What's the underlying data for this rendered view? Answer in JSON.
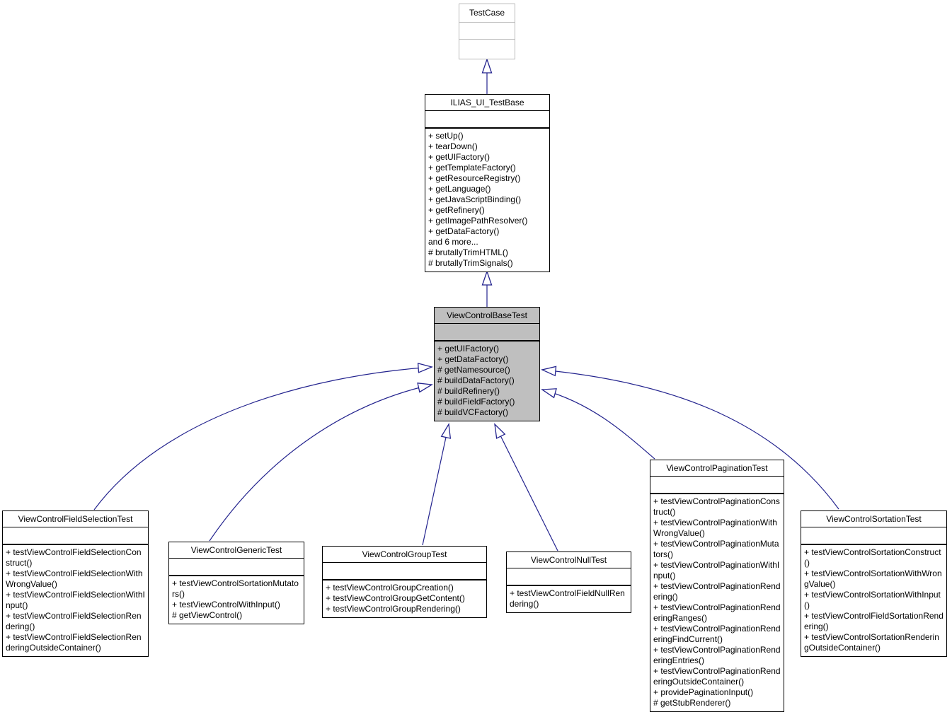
{
  "diagram": {
    "kind": "uml-inheritance-diagram",
    "colors": {
      "edge": "#23238e",
      "selected_fill": "#bfbfbf",
      "external_border": "#b9b9b9",
      "box_border": "#000000",
      "background": "#ffffff"
    }
  },
  "classes": [
    {
      "name": "TestCase",
      "style": "external",
      "methods": []
    },
    {
      "name": "ILIAS_UI_TestBase",
      "style": "normal",
      "methods": [
        "+ setUp()",
        "+ tearDown()",
        "+ getUIFactory()",
        "+ getTemplateFactory()",
        "+ getResourceRegistry()",
        "+ getLanguage()",
        "+ getJavaScriptBinding()",
        "+ getRefinery()",
        "+ getImagePathResolver()",
        "+ getDataFactory()",
        "and 6 more...",
        "# brutallyTrimHTML()",
        "# brutallyTrimSignals()"
      ]
    },
    {
      "name": "ViewControlBaseTest",
      "style": "selected",
      "methods": [
        "+ getUIFactory()",
        "+ getDataFactory()",
        "# getNamesource()",
        "# buildDataFactory()",
        "# buildRefinery()",
        "# buildFieldFactory()",
        "# buildVCFactory()"
      ]
    },
    {
      "name": "ViewControlFieldSelectionTest",
      "style": "normal",
      "methods": [
        "+ testViewControlFieldSelectionConstruct()",
        "+ testViewControlFieldSelectionWithWrongValue()",
        "+ testViewControlFieldSelectionWithInput()",
        "+ testViewControlFieldSelectionRendering()",
        "+ testViewControlFieldSelectionRenderingOutsideContainer()"
      ]
    },
    {
      "name": "ViewControlGenericTest",
      "style": "normal",
      "methods": [
        "+ testViewControlSortationMutators()",
        "+ testViewControlWithInput()",
        "# getViewControl()"
      ]
    },
    {
      "name": "ViewControlGroupTest",
      "style": "normal",
      "methods": [
        "+ testViewControlGroupCreation()",
        "+ testViewControlGroupGetContent()",
        "+ testViewControlGroupRendering()"
      ]
    },
    {
      "name": "ViewControlNullTest",
      "style": "normal",
      "methods": [
        "+ testViewControlFieldNullRendering()"
      ]
    },
    {
      "name": "ViewControlPaginationTest",
      "style": "normal",
      "methods": [
        "+ testViewControlPaginationConstruct()",
        "+ testViewControlPaginationWithWrongValue()",
        "+ testViewControlPaginationMutators()",
        "+ testViewControlPaginationWithInput()",
        "+ testViewControlPaginationRendering()",
        "+ testViewControlPaginationRenderingRanges()",
        "+ testViewControlPaginationRenderingFindCurrent()",
        "+ testViewControlPaginationRenderingEntries()",
        "+ testViewControlPaginationRenderingOutsideContainer()",
        "+ providePaginationInput()",
        "# getStubRenderer()"
      ]
    },
    {
      "name": "ViewControlSortationTest",
      "style": "normal",
      "methods": [
        "+ testViewControlSortationConstruct()",
        "+ testViewControlSortationWithWrongValue()",
        "+ testViewControlSortationWithInput()",
        "+ testViewControlFieldSortationRendering()",
        "+ testViewControlSortationRenderingOutsideContainer()"
      ]
    }
  ],
  "edges": [
    {
      "from": "ILIAS_UI_TestBase",
      "to": "TestCase",
      "type": "inheritance"
    },
    {
      "from": "ViewControlBaseTest",
      "to": "ILIAS_UI_TestBase",
      "type": "inheritance"
    },
    {
      "from": "ViewControlFieldSelectionTest",
      "to": "ViewControlBaseTest",
      "type": "inheritance"
    },
    {
      "from": "ViewControlGenericTest",
      "to": "ViewControlBaseTest",
      "type": "inheritance"
    },
    {
      "from": "ViewControlGroupTest",
      "to": "ViewControlBaseTest",
      "type": "inheritance"
    },
    {
      "from": "ViewControlNullTest",
      "to": "ViewControlBaseTest",
      "type": "inheritance"
    },
    {
      "from": "ViewControlPaginationTest",
      "to": "ViewControlBaseTest",
      "type": "inheritance"
    },
    {
      "from": "ViewControlSortationTest",
      "to": "ViewControlBaseTest",
      "type": "inheritance"
    }
  ]
}
